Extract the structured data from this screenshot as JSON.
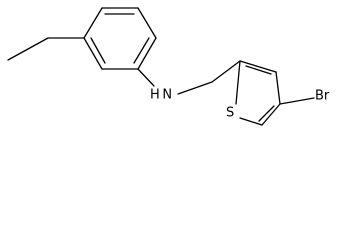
{
  "molecule": {
    "atoms": [
      {
        "element": "N",
        "label": "H N"
      },
      {
        "element": "S",
        "label": "S"
      },
      {
        "element": "Br",
        "label": "Br"
      }
    ]
  }
}
